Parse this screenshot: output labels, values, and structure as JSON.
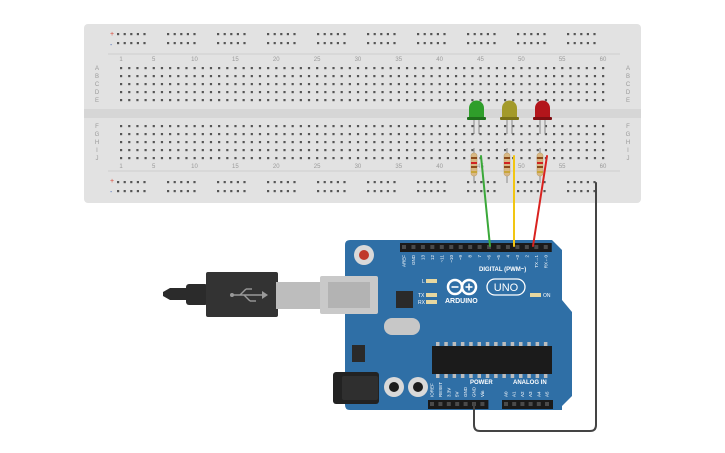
{
  "breadboard": {
    "column_numbers": [
      "1",
      "5",
      "10",
      "15",
      "20",
      "25",
      "30",
      "35",
      "40",
      "45",
      "50",
      "55",
      "60"
    ],
    "row_letters_top": [
      "A",
      "B",
      "C",
      "D",
      "E"
    ],
    "row_letters_bottom": [
      "F",
      "G",
      "H",
      "I",
      "J"
    ],
    "power_plus": "+",
    "power_minus": "-"
  },
  "leds": [
    {
      "color_name": "green",
      "color": "#2f9e2a"
    },
    {
      "color_name": "yellow",
      "color": "#a39a2a"
    },
    {
      "color_name": "red",
      "color": "#b3151b"
    }
  ],
  "wires": [
    {
      "name": "green-wire",
      "color": "#3aa839"
    },
    {
      "name": "yellow-wire",
      "color": "#f2c612"
    },
    {
      "name": "red-wire",
      "color": "#d9221f"
    },
    {
      "name": "ground-wire",
      "color": "#444444"
    }
  ],
  "arduino": {
    "brand": "ARDUINO",
    "model": "UNO",
    "digital_label": "DIGITAL (PWM~)",
    "power_label": "POWER",
    "analog_label": "ANALOG IN",
    "on_label": "ON",
    "tx_label": "TX",
    "rx_label": "RX",
    "l_label": "L",
    "digital_pins": [
      "AREF",
      "GND",
      "13",
      "12",
      "~11",
      "~10",
      "~9",
      "8",
      "7",
      "~6",
      "~5",
      "4",
      "~3",
      "2",
      "TX→1",
      "RX←0"
    ],
    "power_pins": [
      "IOREF",
      "RESET",
      "3.3V",
      "5V",
      "GND",
      "GND",
      "Vin"
    ],
    "analog_pins": [
      "A0",
      "A1",
      "A2",
      "A3",
      "A4",
      "A5"
    ],
    "board_color": "#2f6fa6"
  }
}
